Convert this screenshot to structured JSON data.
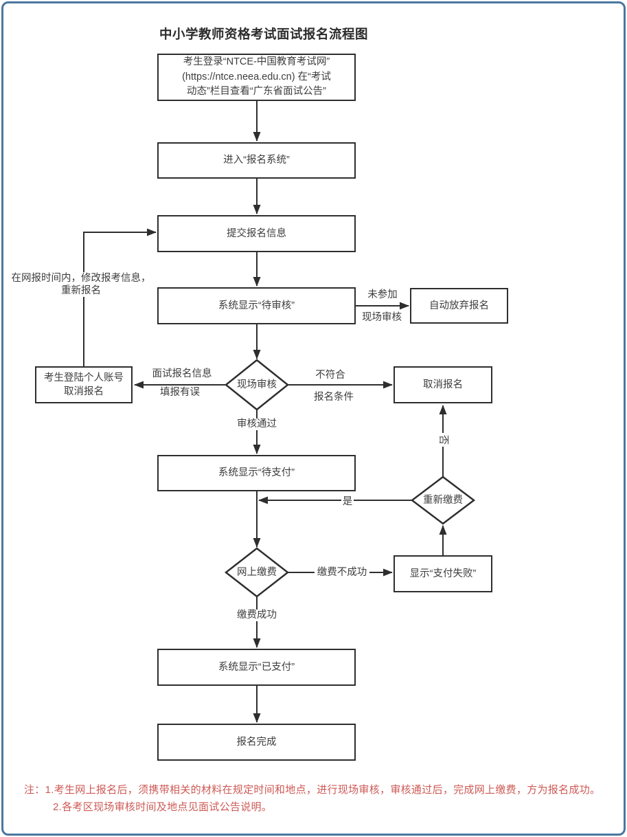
{
  "title": "中小学教师资格考试面试报名流程图",
  "nodes": {
    "login": {
      "line1": "考生登录“NTCE-中国教育考试网”",
      "line2": "(https://ntce.neea.edu.cn) 在“考试",
      "line3": "动态”栏目查看“广东省面试公告”"
    },
    "enter_system": {
      "label": "进入“报名系统”"
    },
    "submit_info": {
      "label": "提交报名信息"
    },
    "pending_review": {
      "label": "系统显示“待审核”"
    },
    "auto_abandon": {
      "label": "自动放弃报名"
    },
    "onsite_review": {
      "label": "现场审核"
    },
    "cancel_account": {
      "line1": "考生登陆个人账号",
      "line2": "取消报名"
    },
    "cancel": {
      "label": "取消报名"
    },
    "pending_pay": {
      "label": "系统显示“待支付”"
    },
    "repay": {
      "label": "重新缴费"
    },
    "pay_online": {
      "label": "网上缴费"
    },
    "pay_fail": {
      "label": "显示“支付失败”"
    },
    "paid": {
      "label": "系统显示“已支付”"
    },
    "done": {
      "label": "报名完成"
    }
  },
  "edge_labels": {
    "not_attend_line1": "未参加",
    "not_attend_line2": "现场审核",
    "info_error_line1": "面试报名信息",
    "info_error_line2": "填报有误",
    "renew_line1": "在网报时间内，修改报考信息，",
    "renew_line2": "重新报名",
    "not_qualified_line1": "不符合",
    "not_qualified_line2": "报名条件",
    "review_pass": "审核通过",
    "no": "否",
    "yes": "是",
    "pay_not_success": "缴费不成功",
    "pay_success": "缴费成功"
  },
  "notes": {
    "line1": "注：1.考生网上报名后，须携带相关的材料在规定时间和地点，进行现场审核，审核通过后，完成网上缴费，方为报名成功。",
    "line2": "2.各考区现场审核时间及地点见面试公告说明。"
  },
  "colors": {
    "accent": "#4a769e",
    "line": "#2e2e2e",
    "text": "#3d3d3d",
    "note_red": "#cd5a55"
  }
}
